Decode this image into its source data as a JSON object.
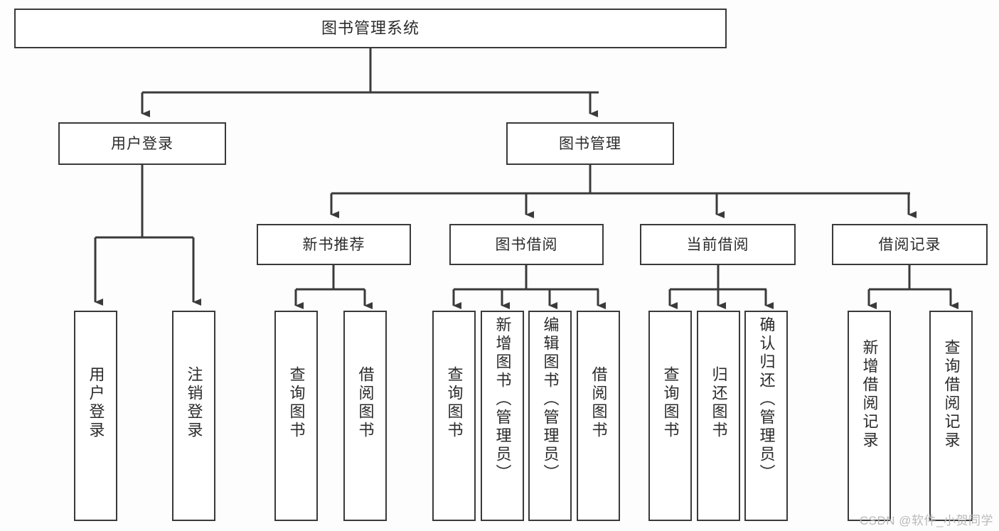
{
  "diagram": {
    "title": "图书管理系统",
    "watermark": "CSDN @软件_小贺同学",
    "colors": {
      "background": "#fdfdfd",
      "node_fill": "#ffffff",
      "node_border": "#3a3a3a",
      "text": "#2b2b2b",
      "edge": "#3a3a3a",
      "watermark": "#b9b9b9"
    },
    "nodes": {
      "root": {
        "label": "图书管理系统"
      },
      "level1": [
        {
          "id": "user-login",
          "label": "用户登录"
        },
        {
          "id": "book-management",
          "label": "图书管理"
        }
      ],
      "level2": [
        {
          "id": "new-book-recommend",
          "label": "新书推荐"
        },
        {
          "id": "book-borrow",
          "label": "图书借阅"
        },
        {
          "id": "current-borrow",
          "label": "当前借阅"
        },
        {
          "id": "borrow-record",
          "label": "借阅记录"
        }
      ],
      "leaves": {
        "user_login": [
          {
            "id": "leaf-user-login",
            "label": "用户登录"
          },
          {
            "id": "leaf-logout-login",
            "label": "注销登录"
          }
        ],
        "new_book_recommend": [
          {
            "id": "leaf-query-book-1",
            "label": "查询图书"
          },
          {
            "id": "leaf-borrow-book-1",
            "label": "借阅图书"
          }
        ],
        "book_borrow": [
          {
            "id": "leaf-query-book-2",
            "label": "查询图书"
          },
          {
            "id": "leaf-add-book",
            "label": "新增图书（管理员）"
          },
          {
            "id": "leaf-edit-book",
            "label": "编辑图书（管理员）"
          },
          {
            "id": "leaf-borrow-book-2",
            "label": "借阅图书"
          }
        ],
        "current_borrow": [
          {
            "id": "leaf-query-book-3",
            "label": "查询图书"
          },
          {
            "id": "leaf-return-book",
            "label": "归还图书"
          },
          {
            "id": "leaf-confirm-return",
            "label": "确认归还（管理员）"
          }
        ],
        "borrow_record": [
          {
            "id": "leaf-add-record",
            "label": "新增借阅记录"
          },
          {
            "id": "leaf-query-record",
            "label": "查询借阅记录"
          }
        ]
      }
    }
  }
}
